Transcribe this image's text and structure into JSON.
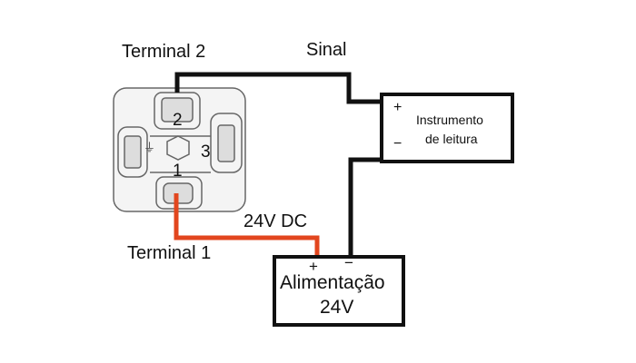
{
  "labels": {
    "terminal2": "Terminal 2",
    "terminal1": "Terminal 1",
    "sinal": "Sinal",
    "voltage": "24V DC"
  },
  "device": {
    "terminal_numbers": [
      "1",
      "2",
      "3"
    ],
    "ground_symbol": "⏚"
  },
  "instrument": {
    "line1": "Instrumento",
    "line2": "de leitura",
    "plus": "+",
    "minus": "−"
  },
  "power_supply": {
    "line1": "Alimentação",
    "line2": "24V",
    "plus": "+",
    "minus": "−"
  },
  "colors": {
    "wire_black": "#111111",
    "wire_red": "#e2461e"
  }
}
